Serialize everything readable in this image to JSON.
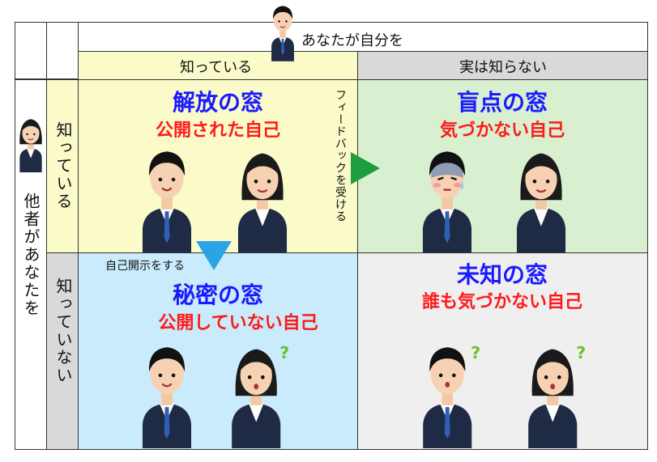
{
  "header": {
    "top_label": "あなたが自分を",
    "col_known": "知っている",
    "col_unknown": "実は知らない"
  },
  "side": {
    "main_label": "他者があなたを",
    "row_known": "知っている",
    "row_unknown": "知っていない"
  },
  "quadrants": {
    "open": {
      "title": "解放の窓",
      "subtitle": "公開された自己"
    },
    "blind": {
      "title": "盲点の窓",
      "subtitle": "気づかない自己"
    },
    "hidden": {
      "title": "秘密の窓",
      "subtitle": "公開していない自己"
    },
    "unknown": {
      "title": "未知の窓",
      "subtitle": "誰も気づかない自己"
    }
  },
  "arrows": {
    "feedback": "フィードバックを受ける",
    "disclose": "自己開示をする"
  },
  "colors": {
    "open_bg": "#fafbc8",
    "blind_bg": "#d8f0cf",
    "hidden_bg": "#c9ebfb",
    "unknown_bg": "#efefef",
    "header_known_bg": "#fafbc8",
    "header_unknown_bg": "#d9d9d9",
    "title_blue": "#1a1aff",
    "subtitle_red": "#ff1a1a",
    "arrow_green": "#1e9e3e",
    "arrow_blue": "#2ba3e6"
  },
  "icons": {
    "header_person": "businessman-icon",
    "side_person": "businesswoman-icon",
    "open_man": "businessman-icon",
    "open_woman": "businesswoman-icon",
    "blind_man": "embarrassed-businessman-icon",
    "blind_woman": "businesswoman-icon",
    "hidden_man": "businessman-icon",
    "hidden_woman": "puzzled-businesswoman-icon",
    "unknown_man": "puzzled-businessman-icon",
    "unknown_woman": "puzzled-businesswoman-icon"
  }
}
